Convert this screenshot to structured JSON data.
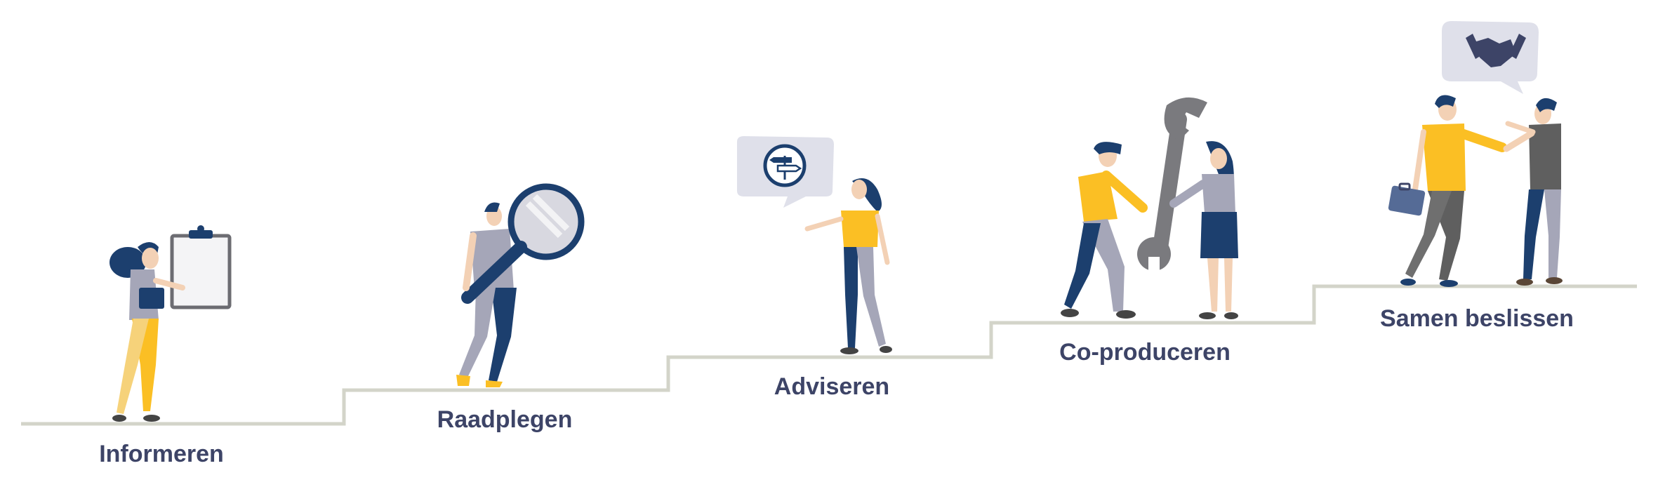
{
  "colors": {
    "stairs": "#d3d4c9",
    "navy": "#1c3f6e",
    "yellow": "#fbbf24",
    "gray": "#a5a6b8",
    "darkgray": "#5f5f5f",
    "text": "#3d4467",
    "bubble": "#dfe0ea"
  },
  "steps": [
    {
      "label": "Informeren",
      "scene": "woman-with-clipboard"
    },
    {
      "label": "Raadplegen",
      "scene": "man-with-magnifying-glass"
    },
    {
      "label": "Adviseren",
      "scene": "woman-with-signpost-bubble"
    },
    {
      "label": "Co-produceren",
      "scene": "two-people-holding-wrench"
    },
    {
      "label": "Samen beslissen",
      "scene": "two-people-shaking-hands"
    }
  ]
}
